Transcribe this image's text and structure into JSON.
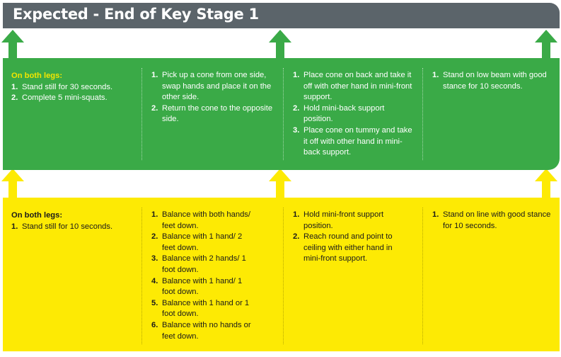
{
  "header": {
    "title": "Expected - End of Key Stage 1",
    "color": "#5b646a"
  },
  "colors": {
    "green": "#3aaa47",
    "yellow": "#fdea04",
    "lead_text": "#f2e600"
  },
  "arrow_icon": "arrow-up-icon",
  "green_band": {
    "columns": [
      {
        "lead": "On both legs:",
        "items": [
          {
            "num": "1.",
            "text": "Stand still for 30 seconds."
          },
          {
            "num": "2.",
            "text": "Complete 5 mini-squats."
          }
        ]
      },
      {
        "lead": "",
        "items": [
          {
            "num": "1.",
            "text": "Pick up a cone from one side, swap hands and place it on the other side."
          },
          {
            "num": "2.",
            "text": "Return the cone to the opposite side."
          }
        ]
      },
      {
        "lead": "",
        "items": [
          {
            "num": "1.",
            "text": "Place cone on back and take it off with other hand in mini-front support."
          },
          {
            "num": "2.",
            "text": "Hold mini-back support position."
          },
          {
            "num": "3.",
            "text": "Place cone on tummy and take it off with other hand in mini-back support."
          }
        ]
      },
      {
        "lead": "",
        "items": [
          {
            "num": "1.",
            "text": "Stand on low beam with good stance for 10 seconds."
          }
        ]
      }
    ]
  },
  "yellow_band": {
    "columns": [
      {
        "lead": "On both legs:",
        "items": [
          {
            "num": "1.",
            "text": "Stand still for 10 seconds."
          }
        ]
      },
      {
        "lead": "",
        "items": [
          {
            "num": "1.",
            "text": "Balance with both hands/ feet down."
          },
          {
            "num": "2.",
            "text": "Balance with 1 hand/ 2 feet down."
          },
          {
            "num": "3.",
            "text": "Balance with 2 hands/ 1 foot down."
          },
          {
            "num": "4.",
            "text": "Balance with 1 hand/ 1 foot down."
          },
          {
            "num": "5.",
            "text": "Balance with 1 hand or 1 foot down."
          },
          {
            "num": "6.",
            "text": "Balance with no hands or feet down."
          }
        ]
      },
      {
        "lead": "",
        "items": [
          {
            "num": "1.",
            "text": "Hold mini-front support position."
          },
          {
            "num": "2.",
            "text": "Reach round and point to ceiling with either hand in mini-front support."
          }
        ]
      },
      {
        "lead": "",
        "items": [
          {
            "num": "1.",
            "text": "Stand on line with good stance for 10 seconds."
          }
        ]
      }
    ]
  }
}
